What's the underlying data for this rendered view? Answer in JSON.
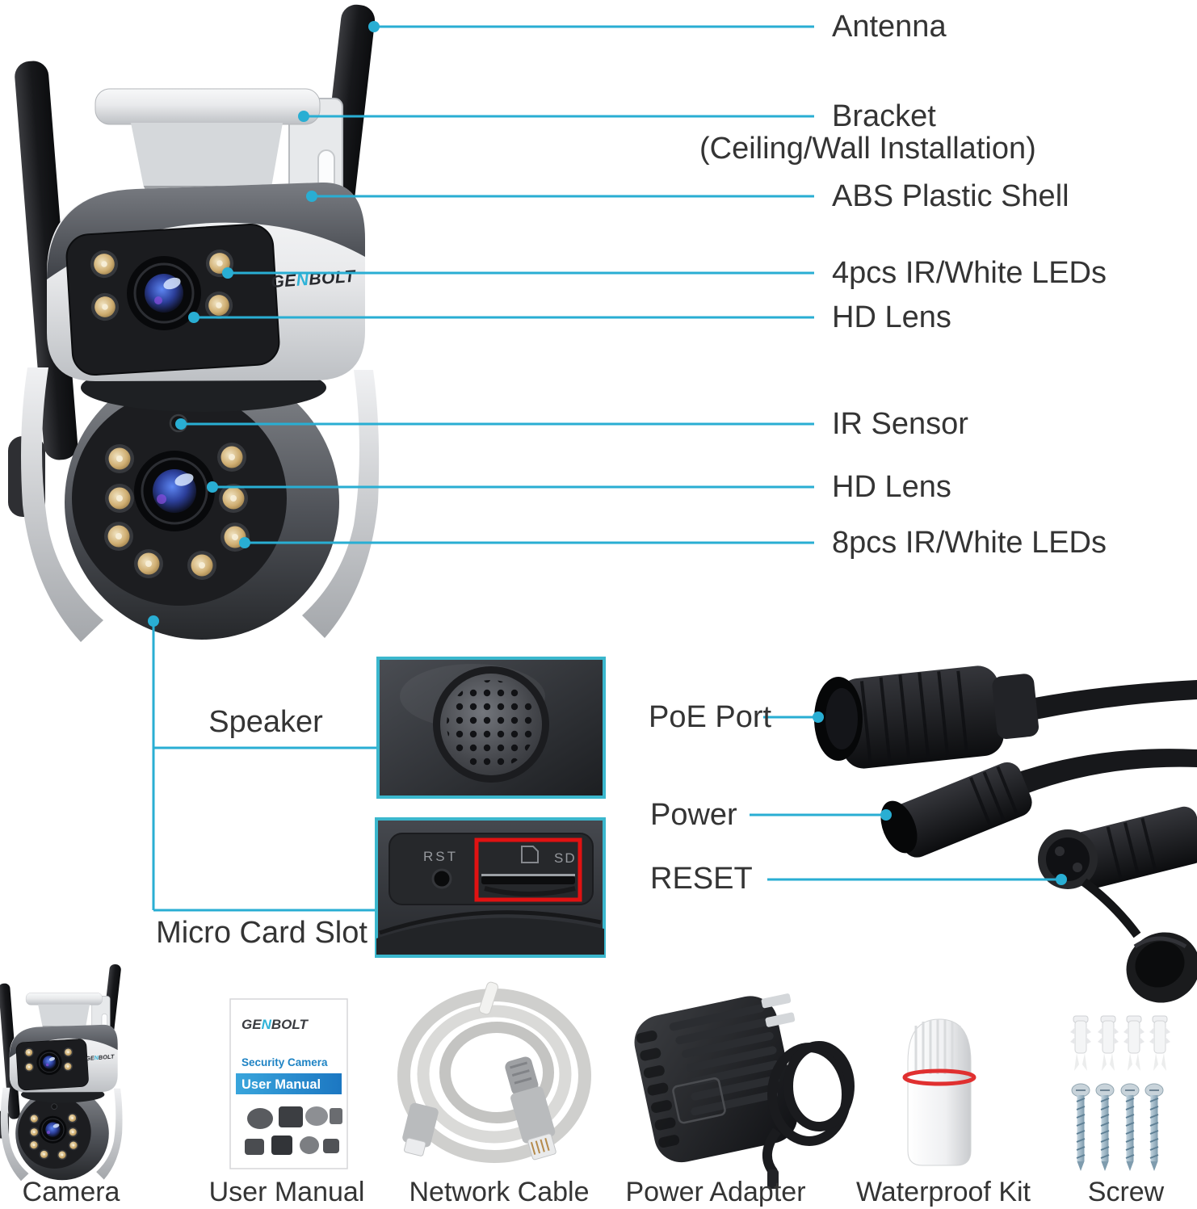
{
  "callouts": {
    "antenna": "Antenna",
    "bracket": "Bracket",
    "bracket_sub": "(Ceiling/Wall Installation)",
    "abs_shell": "ABS Plastic Shell",
    "leds_4": "4pcs IR/White LEDs",
    "hd_lens_top": "HD Lens",
    "ir_sensor": "IR Sensor",
    "hd_lens_bottom": "HD Lens",
    "leds_8": "8pcs IR/White LEDs",
    "speaker": "Speaker",
    "micro_card_slot": "Micro Card Slot",
    "poe_port": "PoE Port",
    "power": "Power",
    "reset": "RESET"
  },
  "insets": {
    "rst": "RST",
    "sd": "SD"
  },
  "brand": {
    "ge": "GE",
    "n": "N",
    "bolt": "BOLT"
  },
  "manual": {
    "subtitle": "Security Camera",
    "title": "User Manual"
  },
  "package": {
    "items": [
      "Camera",
      "User Manual",
      "Network Cable",
      "Power Adapter",
      "Waterproof Kit",
      "Screw"
    ]
  },
  "colors": {
    "callout_line": "#29aed3",
    "inset_border": "#3bb7cd",
    "highlight_box": "#e01212",
    "label_text": "#343434",
    "manual_accent": "#1e83c4",
    "manual_bar": "#2a96d5",
    "logo_accent": "#2fb3d8"
  }
}
